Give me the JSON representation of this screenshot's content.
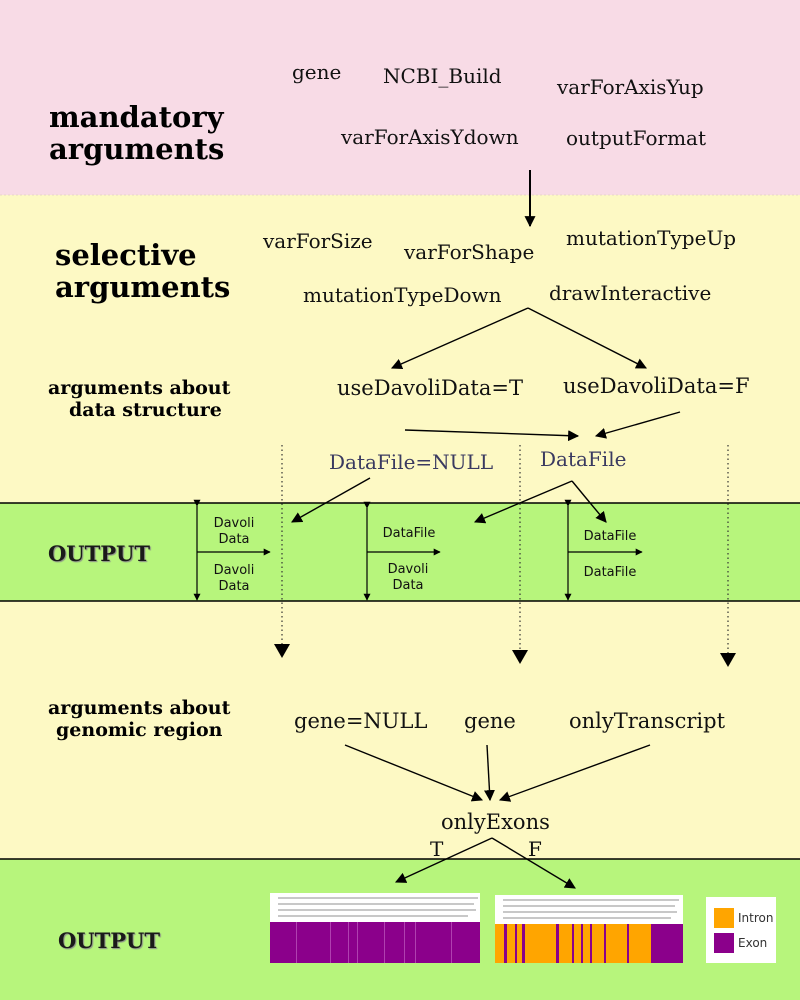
{
  "colors": {
    "pink_band": "#f8dbe6",
    "yellow_band": "#fdf9c4",
    "green_band": "#b7f57c",
    "intron": "#ffa500",
    "exon": "#8b008b"
  },
  "sections": {
    "mandatory": [
      "mandatory",
      "arguments"
    ],
    "selective": [
      "selective",
      "arguments"
    ],
    "data_structure": [
      "arguments  about",
      "data  structure"
    ],
    "genomic_region": [
      "arguments  about",
      "genomic  region"
    ],
    "output1": "OUTPUT",
    "output2": "OUTPUT"
  },
  "mandatory_args": {
    "gene": "gene",
    "ncbi_build": "NCBI_Build",
    "var_up": "varForAxisYup",
    "var_down": "varForAxisYdown",
    "output_format": "outputFormat"
  },
  "selective_args": {
    "var_size": "varForSize",
    "var_shape": "varForShape",
    "mut_up": "mutationTypeUp",
    "mut_down": "mutationTypeDown",
    "draw_interactive": "drawInteractive"
  },
  "data_structure": {
    "davoli_t": "useDavoliData=T",
    "davoli_f": "useDavoliData=F",
    "datafile_null": "DataFile=NULL",
    "datafile": "DataFile"
  },
  "output1_boxes": {
    "b1_up": [
      "Davoli",
      "Data"
    ],
    "b1_down": [
      "Davoli",
      "Data"
    ],
    "b2_up": "DataFile",
    "b2_down": [
      "Davoli",
      "Data"
    ],
    "b3_up": "DataFile",
    "b3_down": "DataFile"
  },
  "genomic": {
    "gene_null": "gene=NULL",
    "gene": "gene",
    "only_transcript": "onlyTranscript",
    "only_exons": "onlyExons",
    "t_label": "T",
    "f_label": "F"
  },
  "legend": {
    "intron": "Intron",
    "exon": "Exon"
  }
}
